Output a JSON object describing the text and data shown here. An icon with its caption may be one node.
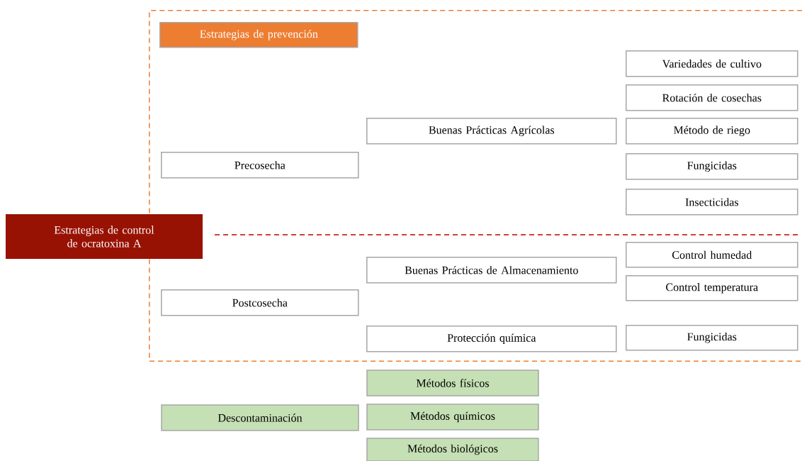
{
  "diagram": {
    "nodes": [
      {
        "text": [],
        "shape": "box"
      },
      {
        "text": [
          "Estrategias de prevención"
        ],
        "in": 0
      },
      {
        "text": [
          "Precosecha"
        ],
        "in": 0
      },
      {
        "text": [
          "Buenas Prácticas Agrícolas"
        ],
        "in": 0
      },
      {
        "text": [
          "Variedades de cultivo"
        ],
        "in": 0
      },
      {
        "text": [
          "Rotación de cosechas"
        ],
        "in": 0
      },
      {
        "text": [
          "Método de riego"
        ],
        "in": 0
      },
      {
        "text": [
          "Fungicidas"
        ],
        "in": 0
      },
      {
        "text": [
          "Insecticidas"
        ],
        "in": 0
      },
      {
        "text": [
          "Estrategias de control de ocratoxina A"
        ]
      },
      {
        "text": [
          "Control humedad"
        ],
        "in": 0
      },
      {
        "text": [
          "Buenas Prácticas de Almacenamiento"
        ],
        "in": 0
      },
      {
        "text": [
          "Control temperatura"
        ],
        "in": 0
      },
      {
        "text": [
          "Postcosecha"
        ],
        "in": 0
      },
      {
        "text": [
          "Protección química"
        ],
        "in": 0
      },
      {
        "text": [
          "Fungicidas"
        ],
        "in": 0
      },
      {
        "text": [
          "Métodos físicos"
        ]
      },
      {
        "text": [
          "Descontaminación"
        ]
      },
      {
        "text": [
          "Métodos químicos"
        ]
      },
      {
        "text": [
          "Métodos biológicos"
        ]
      }
    ]
  }
}
